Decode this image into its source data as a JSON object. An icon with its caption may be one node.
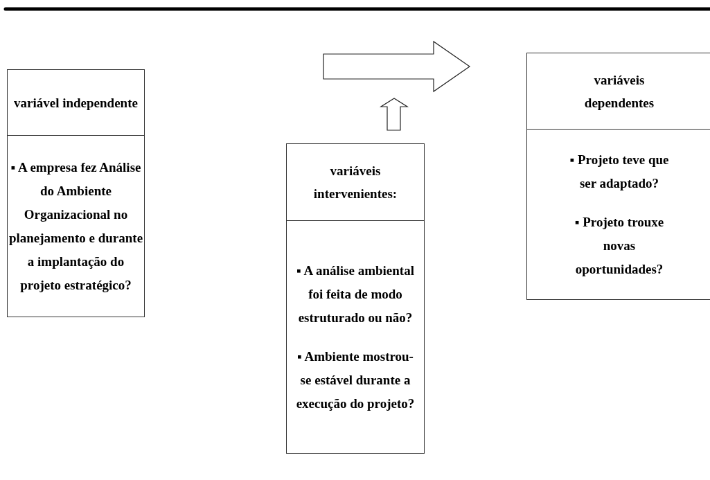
{
  "diagram": {
    "nodes": [
      {
        "text": [
          "variável independente",
          "▪ A empresa fez Análise do Ambiente Organizacional no planejamento e durante a implantação do projeto estratégico?"
        ]
      },
      {
        "text": [
          "variáveis intervenientes:",
          "▪ A análise ambiental foi feita de modo estruturado ou não?",
          "▪ Ambiente mostrou-se estável durante a execução do projeto?"
        ]
      },
      {
        "text": [
          "variáveis dependentes",
          "▪ Projeto teve que ser adaptado?",
          "▪ Projeto trouxe novas oportunidades?"
        ]
      }
    ]
  }
}
